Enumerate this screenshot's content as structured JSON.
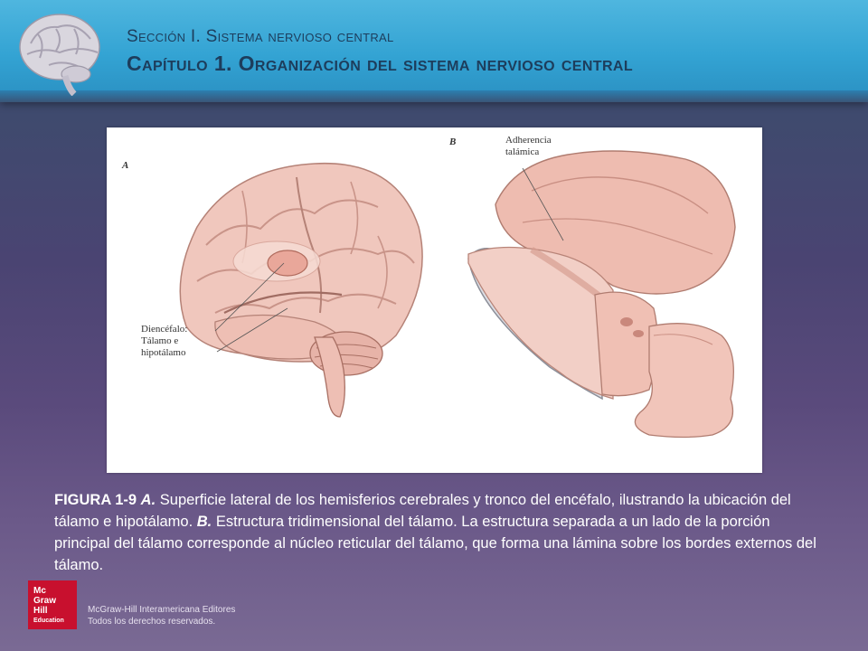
{
  "header": {
    "section_title": "Sección I. Sistema nervioso central",
    "chapter_title": "Capítulo 1. Organización del sistema nervioso central"
  },
  "figure": {
    "panel_a_letter": "A",
    "panel_b_letter": "B",
    "label_diencefalo_line1": "Diencéfalo:",
    "label_diencefalo_line2": "Tálamo e",
    "label_diencefalo_line3": "hipotálamo",
    "label_adherencia_line1": "Adherencia",
    "label_adherencia_line2": "talámica"
  },
  "caption": {
    "figure_number": "FIGURA 1-9",
    "part_a_marker": "A.",
    "part_a_text": " Superficie lateral de los hemisferios cerebrales y tronco del encéfalo, ilustrando la ubicación del tálamo e hipotálamo. ",
    "part_b_marker": "B.",
    "part_b_text": " Estructura tridimensional del tálamo. La estructura separada a un lado de la porción principal del tálamo corresponde al núcleo reticular del tálamo, que forma una lámina sobre los bordes externos del tálamo."
  },
  "footer": {
    "logo_line1": "Mc",
    "logo_line2": "Graw",
    "logo_line3": "Hill",
    "logo_line4": "Education",
    "publisher_name": "McGraw-Hill Interamericana Editores",
    "rights": "Todos los derechos reservados."
  },
  "icons": {
    "header_logo": "brain-icon"
  },
  "colors": {
    "header_blue": "#33a3d3",
    "title_text": "#1d3d5c",
    "brain_pink": "#e8b7ae",
    "logo_red": "#c8102e"
  }
}
